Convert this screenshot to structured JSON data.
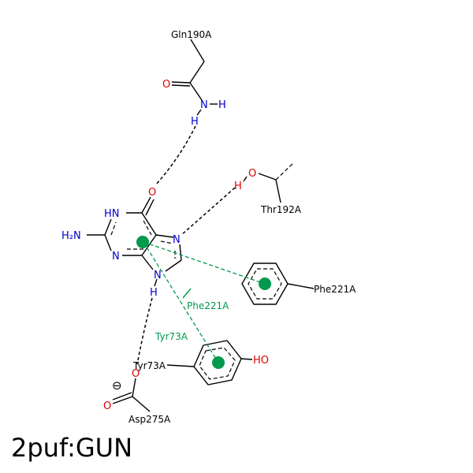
{
  "title": "2puf:GUN",
  "colors": {
    "bond": "#000000",
    "oxygen": "#dd0000",
    "nitrogen": "#0000cc",
    "interaction": "#00994d"
  },
  "atoms": {
    "o_gln": "O",
    "n_gln": "N",
    "h_gln": "H",
    "h_gln_nh": "H",
    "o_thr": "O",
    "h_thr": "H",
    "o_lig": "O",
    "nh_lig": "HN",
    "nh2_lig": "H₂N",
    "n3_lig": "N",
    "n7_lig": "N",
    "n9_lig": "N",
    "h9_lig": "H",
    "ho_tyr": "HO",
    "o_asp1": "O",
    "o_asp2": "O",
    "minus": "⊖"
  },
  "residues": {
    "gln190": "Gln190A",
    "thr192": "Thr192A",
    "phe221": "Phe221A",
    "tyr73": "Tyr73A",
    "asp275": "Asp275A"
  },
  "interactions": {
    "phe_label": "Phe221A",
    "tyr_label": "Tyr73A"
  }
}
